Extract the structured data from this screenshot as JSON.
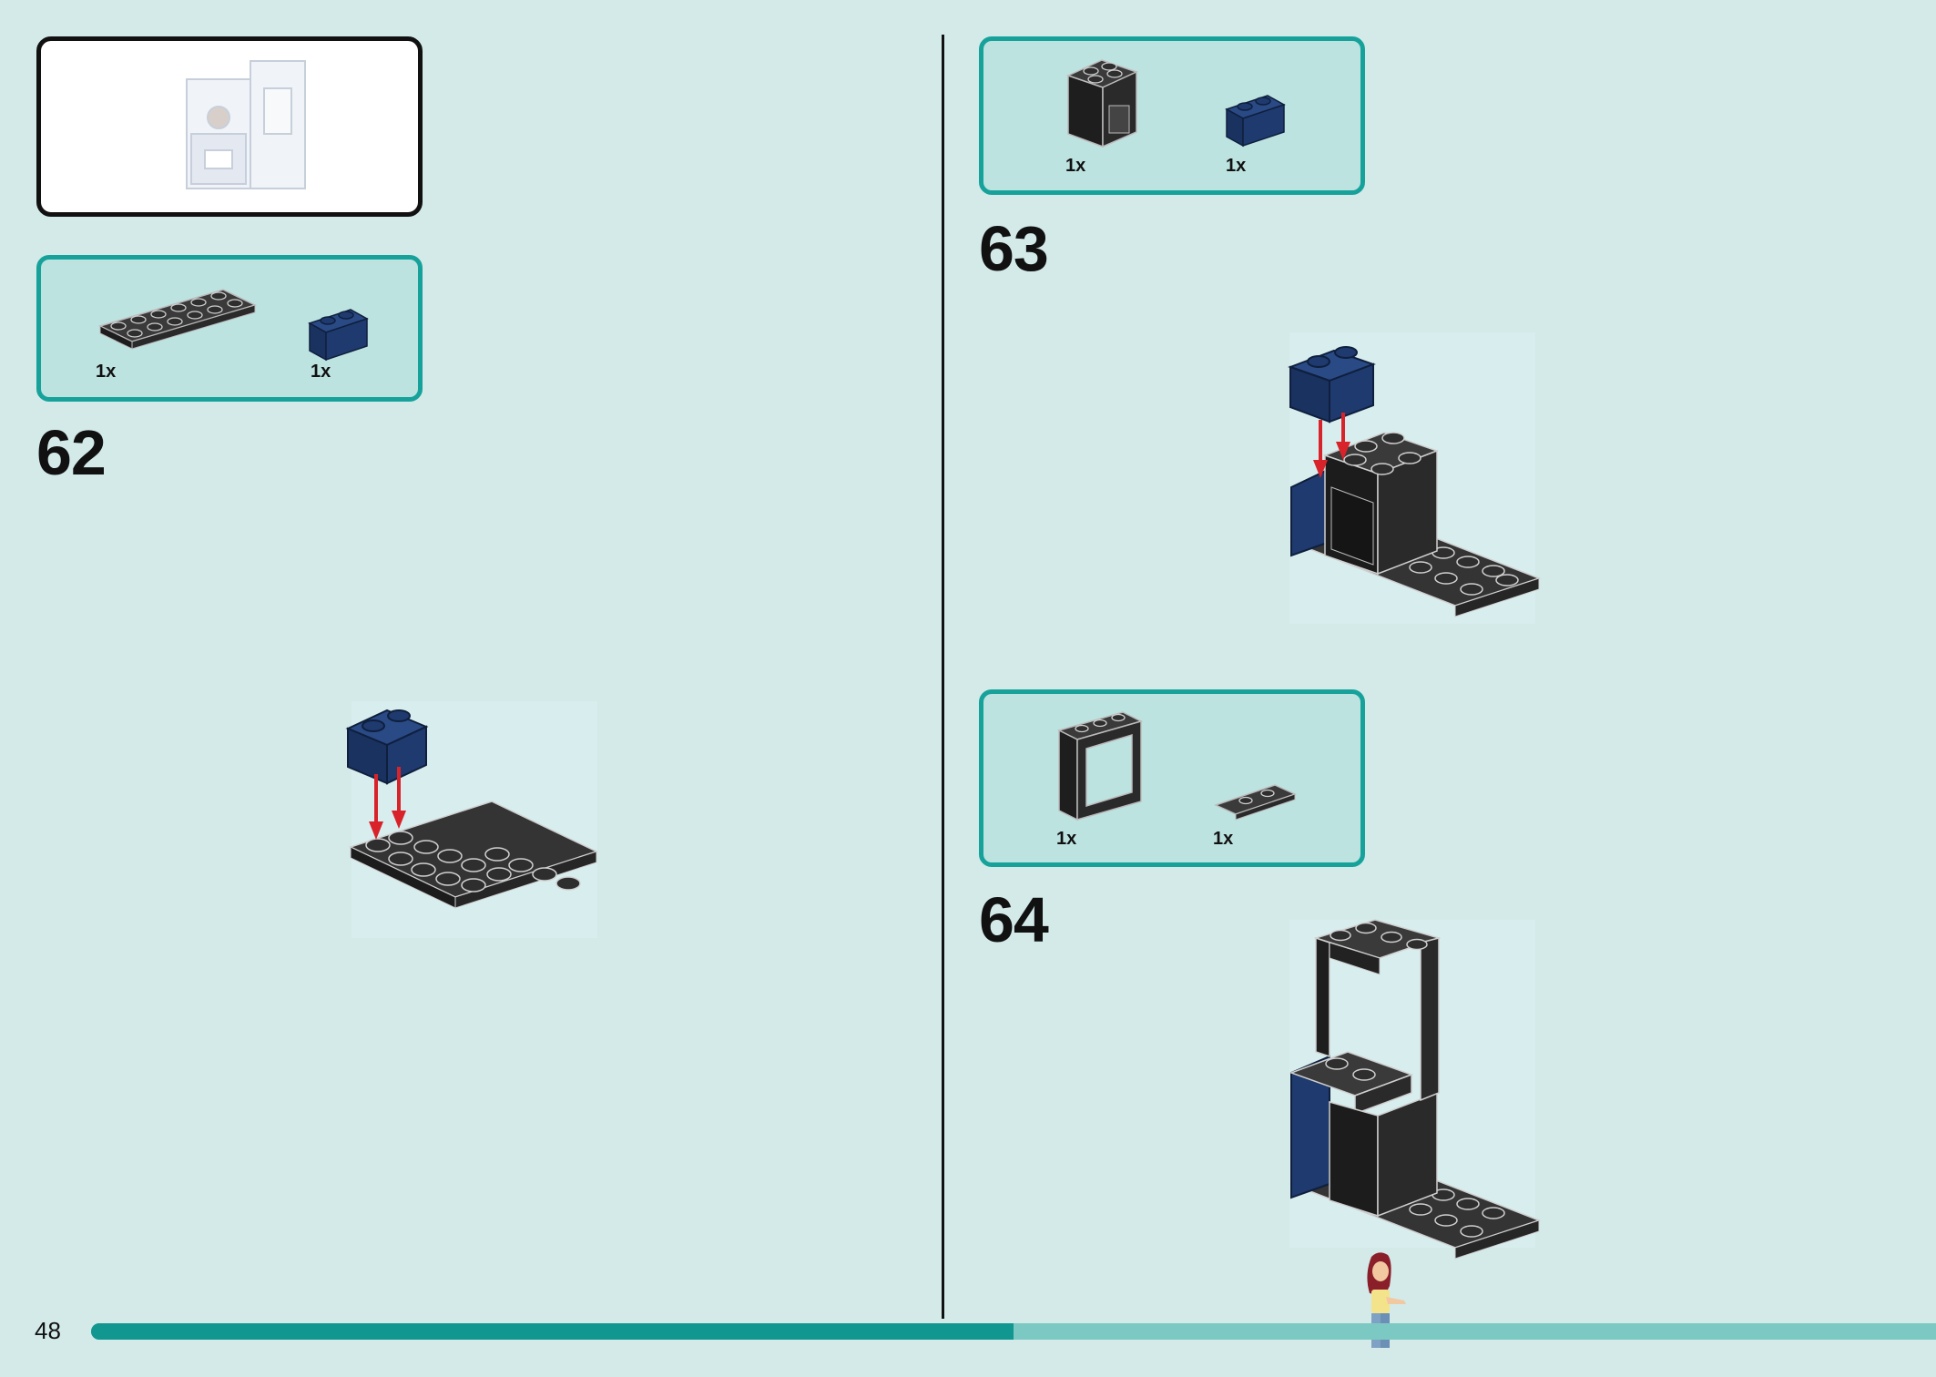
{
  "page": {
    "number": "48",
    "progress": 0.5
  },
  "steps": [
    {
      "id": "62",
      "number": "62",
      "parts": [
        {
          "qty": "1x",
          "part": "black-plate-2x6"
        },
        {
          "qty": "1x",
          "part": "blue-brick-1x2"
        }
      ]
    },
    {
      "id": "63",
      "number": "63",
      "parts": [
        {
          "qty": "1x",
          "part": "black-bracket-2x2"
        },
        {
          "qty": "1x",
          "part": "blue-brick-1x2"
        }
      ]
    },
    {
      "id": "64",
      "number": "64",
      "parts": [
        {
          "qty": "1x",
          "part": "black-window-frame"
        },
        {
          "qty": "1x",
          "part": "black-plate-1x2"
        }
      ]
    }
  ],
  "colors": {
    "background": "#d3eae9",
    "accent": "#16a29a",
    "parts_box": "#bde3e1",
    "brick_blue": "#1e3a6e",
    "brick_black": "#2a2a2a",
    "arrow_red": "#d8232a"
  }
}
